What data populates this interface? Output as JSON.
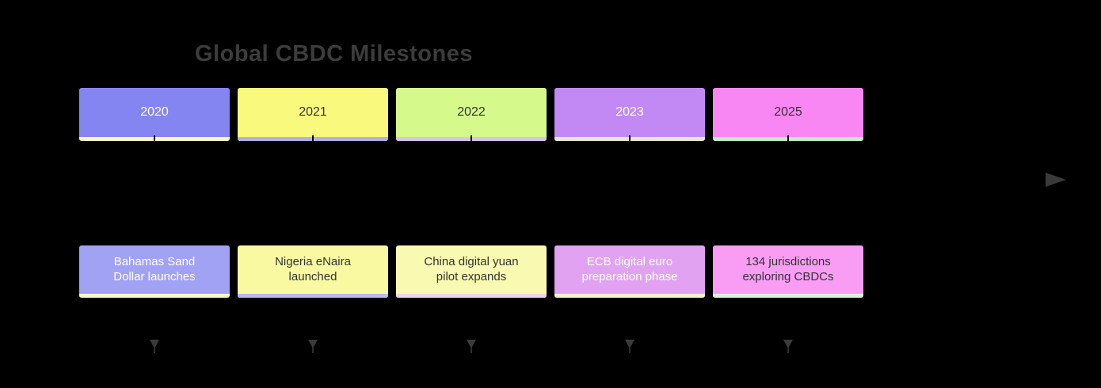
{
  "title": "Global CBDC Milestones",
  "colors": {
    "background": "#000000",
    "title_text": "#3c3c3c",
    "arrow": "#3a3a3a",
    "tick": "#000000"
  },
  "timeline": {
    "periods": [
      {
        "period": "2020",
        "event": "Bahamas Sand Dollar launches",
        "event_lines": [
          "Bahamas Sand",
          "Dollar launches"
        ],
        "period_bg": "#8585f2",
        "period_text_color": "#ffffff",
        "period_strip": "#f8f8c2",
        "event_bg": "#a2a2f5",
        "event_text_color": "#ffffff",
        "event_strip": "#f9f9c6"
      },
      {
        "period": "2021",
        "event": "Nigeria eNaira launched",
        "event_lines": [
          "Nigeria eNaira",
          "launched"
        ],
        "period_bg": "#f9f97d",
        "period_text_color": "#333333",
        "period_strip": "#b0b0ea",
        "event_bg": "#f9f9a2",
        "event_text_color": "#333333",
        "event_strip": "#babaf0"
      },
      {
        "period": "2022",
        "event": "China digital yuan pilot expands",
        "event_lines": [
          "China digital yuan",
          "pilot expands"
        ],
        "period_bg": "#d6f98b",
        "period_text_color": "#333333",
        "period_strip": "#d9c2ee",
        "event_bg": "#f9f9b1",
        "event_text_color": "#333333",
        "event_strip": "#eed7ee"
      },
      {
        "period": "2023",
        "event": "ECB digital euro preparation phase",
        "event_lines": [
          "ECB digital euro",
          "preparation phase"
        ],
        "period_bg": "#c289f5",
        "period_text_color": "#ffffff",
        "period_strip": "#e4ead2",
        "event_bg": "#e2a2f2",
        "event_text_color": "#ffffff",
        "event_strip": "#f4f4cb"
      },
      {
        "period": "2025",
        "event": "134 jurisdictions exploring CBDCs",
        "event_lines": [
          "134 jurisdictions",
          "exploring CBDCs"
        ],
        "period_bg": "#f987f3",
        "period_text_color": "#333333",
        "period_strip": "#bfedc4",
        "event_bg": "#f99df4",
        "event_text_color": "#333333",
        "event_strip": "#d6f4da"
      }
    ]
  }
}
